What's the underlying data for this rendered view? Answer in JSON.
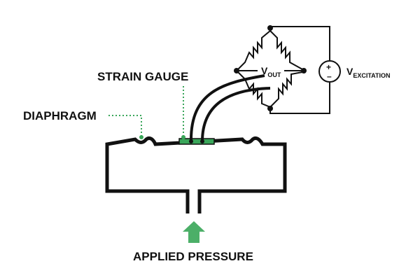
{
  "labels": {
    "strain_gauge": "STRAIN GAUGE",
    "diaphragm": "DIAPHRAGM",
    "applied_pressure": "APPLIED PRESSURE",
    "vout_symbol": "V",
    "vout_subscript": "OUT",
    "vexc_symbol": "V",
    "vexc_subscript": "EXCITATION",
    "source_plus": "+",
    "source_minus": "–"
  },
  "colors": {
    "stroke": "#111111",
    "gauge_green": "#3aa65a",
    "leader_green": "#3aa65a",
    "arrow_green": "#4caf68",
    "background": "#ffffff"
  },
  "icons": {
    "pressure_arrow": "up-arrow-icon",
    "voltage_source": "dc-voltage-source-icon",
    "resistor": "zigzag-resistor-icon"
  }
}
